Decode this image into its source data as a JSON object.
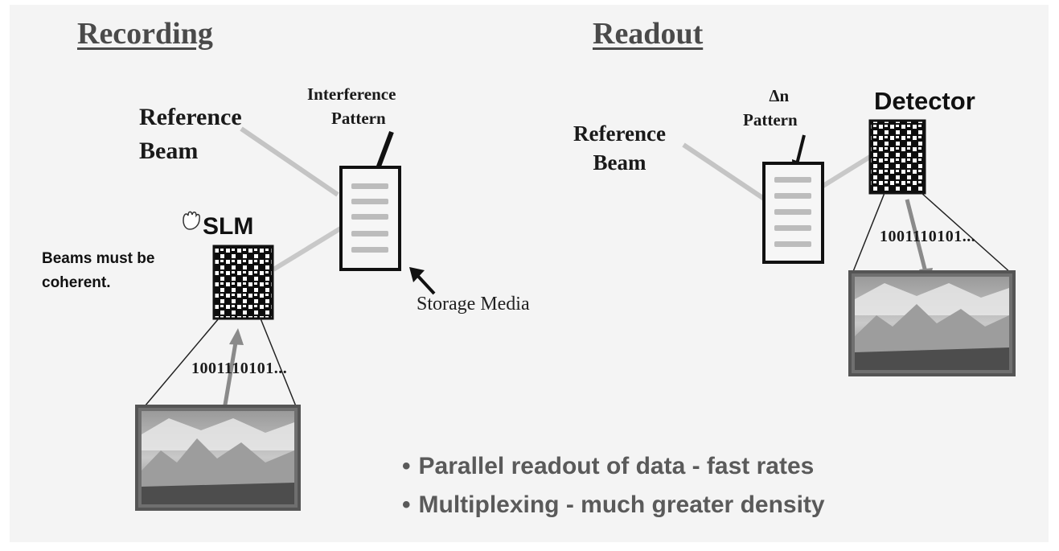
{
  "recording": {
    "title": "Recording",
    "reference_beam": [
      "Reference",
      "Beam"
    ],
    "interference_pattern": [
      "Interference",
      "Pattern"
    ],
    "slm_label": "SLM",
    "coherence_note": [
      "Beams must be",
      "coherent."
    ],
    "storage_media": "Storage Media",
    "bits": "1001110101..."
  },
  "readout": {
    "title": "Readout",
    "reference_beam": [
      "Reference",
      "Beam"
    ],
    "delta_n": "Δn",
    "pattern": "Pattern",
    "detector_label": "Detector",
    "bits": "1001110101..."
  },
  "bullets": [
    "Parallel readout of data - fast rates",
    "Multiplexing - much greater density"
  ],
  "icons": [
    "hand-icon"
  ],
  "colors": {
    "background": "#f4f4f4",
    "beam": "#c8c8c8",
    "title": "#4a4a4a",
    "bullet_text": "#5a5a5a"
  }
}
